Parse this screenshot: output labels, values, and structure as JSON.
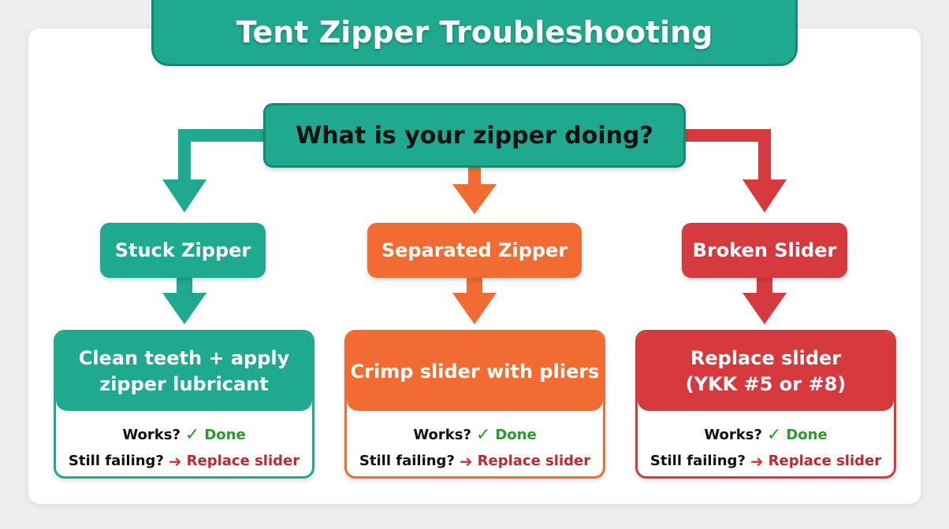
{
  "title": "Tent Zipper Troubleshooting",
  "question": "What is your zipper doing?",
  "branches": [
    {
      "category": "Stuck Zipper",
      "solution_line1": "Clean teeth + apply",
      "solution_line2": "zipper lubricant",
      "works_label": "Works?",
      "done_label": "Done",
      "failing_label": "Still failing?",
      "replace_label": "Replace slider",
      "color": "#1fa98f"
    },
    {
      "category": "Separated Zipper",
      "solution_line1": "Crimp slider with pliers",
      "solution_line2": "",
      "works_label": "Works?",
      "done_label": "Done",
      "failing_label": "Still failing?",
      "replace_label": "Replace slider",
      "color": "#f26b32"
    },
    {
      "category": "Broken Slider",
      "solution_line1": "Replace slider",
      "solution_line2": "(YKK #5 or #8)",
      "works_label": "Works?",
      "done_label": "Done",
      "failing_label": "Still failing?",
      "replace_label": "Replace slider",
      "color": "#d63a3f"
    }
  ],
  "icons": {
    "check": "check-icon",
    "arrow": "arrow-right-icon"
  }
}
